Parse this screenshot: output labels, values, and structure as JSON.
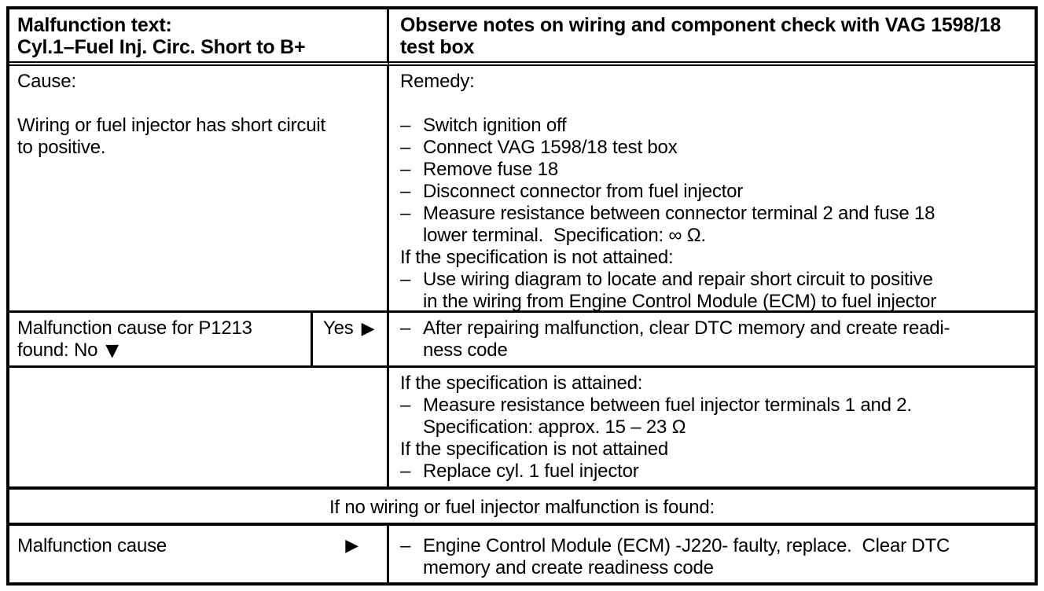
{
  "icons": {
    "arrow_right": "▶",
    "arrow_down": "▼"
  },
  "colors": {
    "border": "#000000",
    "background": "#ffffff",
    "text": "#000000"
  },
  "header": {
    "malfunction_text_label": "Malfunction text:",
    "malfunction_text_value": "Cyl.1–Fuel Inj. Circ. Short to B+",
    "note_line1": "Observe notes on wiring and component check with VAG 1598/18",
    "note_line2": "test box"
  },
  "cause": {
    "label": "Cause:",
    "line1": "Wiring or fuel injector has short circuit",
    "line2": "to positive."
  },
  "remedy": {
    "label": "Remedy:",
    "items": [
      {
        "marker": "–",
        "lines": [
          "Switch ignition off"
        ]
      },
      {
        "marker": "–",
        "lines": [
          "Connect VAG 1598/18 test box"
        ]
      },
      {
        "marker": "–",
        "lines": [
          "Remove fuse 18"
        ]
      },
      {
        "marker": "–",
        "lines": [
          "Disconnect connector from fuel injector"
        ]
      },
      {
        "marker": "–",
        "lines": [
          "Measure resistance between connector terminal 2 and fuse 18",
          "lower terminal.  Specification: ∞ Ω."
        ]
      },
      {
        "marker": "",
        "lines": [
          "If the specification is not attained:"
        ]
      },
      {
        "marker": "–",
        "lines": [
          "Use wiring diagram to locate and repair short circuit to positive",
          "in the wiring from Engine Control Module (ECM) to fuel injector"
        ]
      }
    ]
  },
  "decision": {
    "question_line1": "Malfunction cause for P1213",
    "question_line2": "found: No",
    "yes_label": "Yes"
  },
  "after_repair": {
    "marker": "–",
    "lines": [
      "After repairing malfunction, clear DTC memory and create readi-",
      "ness code"
    ]
  },
  "spec_attained": {
    "items": [
      {
        "marker": "",
        "lines": [
          "If the specification is attained:"
        ]
      },
      {
        "marker": "–",
        "lines": [
          "Measure resistance between fuel injector terminals 1 and 2.",
          "Specification: approx. 15 – 23 Ω"
        ]
      },
      {
        "marker": "",
        "lines": [
          "If the specification is not attained"
        ]
      },
      {
        "marker": "–",
        "lines": [
          "Replace cyl. 1 fuel injector"
        ]
      }
    ]
  },
  "no_malfunction_note": "If no wiring or fuel injector malfunction is found:",
  "final": {
    "cause_label": "Malfunction cause",
    "remedy": {
      "marker": "–",
      "lines": [
        "Engine Control Module (ECM) -J220- faulty, replace.  Clear DTC",
        "memory and create readiness code"
      ]
    }
  }
}
